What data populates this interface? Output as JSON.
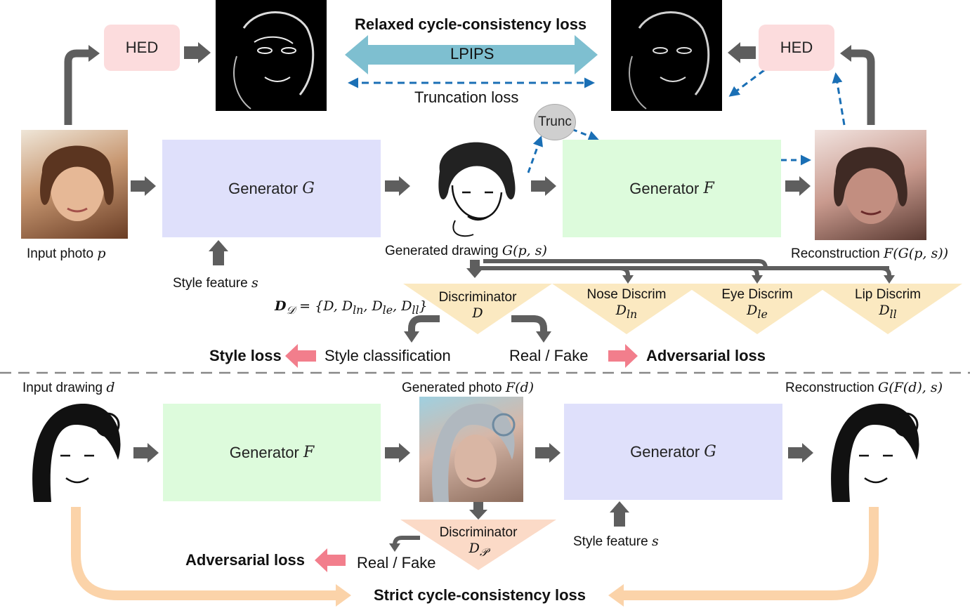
{
  "colors": {
    "gen_g": "#dfe0fb",
    "gen_f": "#ddfbdc",
    "hed": "#fcdcdd",
    "lpips_arrow": "#7ebfd0",
    "dashed_blue": "#1a6fb5",
    "gray_arrow": "#5e5e5e",
    "pink_arrow": "#f27e8c",
    "orange_arrow": "#fbd3a9",
    "triangle_yellow": "#fbe9c1",
    "triangle_peach": "#fbdac7",
    "panel_bg": "#edf1f8"
  },
  "top": {
    "hed_left": "HED",
    "hed_right": "HED",
    "relaxed_loss": "Relaxed cycle-consistency loss",
    "lpips": "LPIPS",
    "truncation_loss": "Truncation loss",
    "trunc_node": "Trunc",
    "input_photo": "Input photo ",
    "input_photo_var": "p",
    "generator_g": "Generator ",
    "generator_g_var": "G",
    "generator_f": "Generator ",
    "generator_f_var": "F",
    "generated_drawing": "Generated drawing ",
    "generated_drawing_math": "G(p, s)",
    "reconstruction": "Reconstruction ",
    "reconstruction_math": "F(G(p, s))",
    "style_feature": "Style feature ",
    "style_feature_var": "s"
  },
  "discriminators": {
    "set_label": "D",
    "set_label_sub": "𝒟",
    "set_label_rhs": "= {D, D",
    "set_ln": "ln",
    "set_le": "le",
    "set_ll": "ll",
    "items": [
      {
        "name": "Discriminator",
        "sym": "D",
        "sub": ""
      },
      {
        "name": "Nose Discrim",
        "sym": "D",
        "sub": "ln"
      },
      {
        "name": "Eye Discrim",
        "sym": "D",
        "sub": "le"
      },
      {
        "name": "Lip Discrim",
        "sym": "D",
        "sub": "ll"
      }
    ],
    "style_loss": "Style loss",
    "style_classification": "Style classification",
    "real_fake": "Real / Fake",
    "adversarial_loss": "Adversarial loss"
  },
  "bottom": {
    "input_drawing": "Input drawing ",
    "input_drawing_var": "d",
    "generator_f": "Generator ",
    "generator_f_var": "F",
    "generated_photo": "Generated photo ",
    "generated_photo_math": "F(d)",
    "generator_g": "Generator ",
    "generator_g_var": "G",
    "reconstruction": "Reconstruction ",
    "reconstruction_math": "G(F(d), s)",
    "discriminator": "Discriminator",
    "discriminator_sym": "D",
    "discriminator_sub": "𝒫",
    "style_feature": "Style feature ",
    "style_feature_var": "s",
    "adversarial_loss": "Adversarial loss",
    "real_fake": "Real / Fake",
    "strict_loss": "Strict cycle-consistency loss"
  }
}
